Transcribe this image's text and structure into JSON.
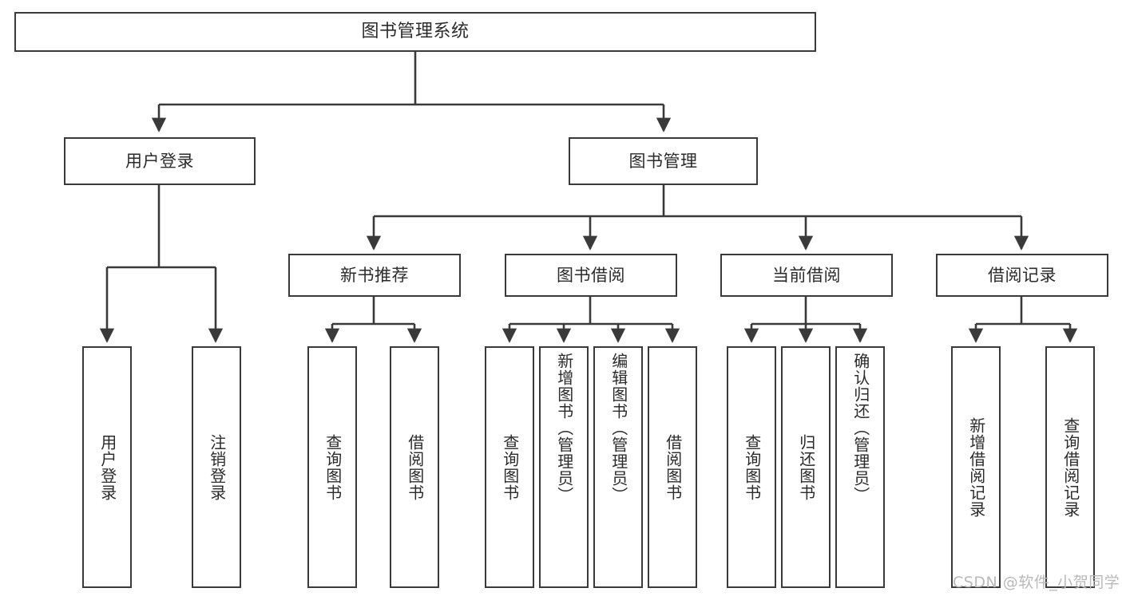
{
  "diagram": {
    "title": "图书管理系统",
    "type": "tree-hierarchy-diagram",
    "colors": {
      "box_border": "#3a3a3a",
      "box_fill": "#ffffff",
      "connector": "#3a3a3a",
      "text": "#2b2b2b",
      "watermark": "#b9b9b9",
      "background": "#ffffff"
    },
    "watermark": "CSDN @软件_小贺同学",
    "levels": {
      "root": {
        "label": "图书管理系统"
      },
      "level2": [
        {
          "id": "user-login",
          "label": "用户登录"
        },
        {
          "id": "book-manage",
          "label": "图书管理"
        }
      ],
      "level3": [
        {
          "id": "new-book-recommend",
          "label": "新书推荐"
        },
        {
          "id": "book-borrow",
          "label": "图书借阅"
        },
        {
          "id": "current-borrow",
          "label": "当前借阅"
        },
        {
          "id": "borrow-record",
          "label": "借阅记录"
        }
      ],
      "leaves": {
        "user-login": [
          {
            "id": "leaf-user-login",
            "label": "用户登录"
          },
          {
            "id": "leaf-user-logout",
            "label": "注销登录"
          }
        ],
        "new-book-recommend": [
          {
            "id": "leaf-query-book-1",
            "label": "查询图书"
          },
          {
            "id": "leaf-borrow-book-1",
            "label": "借阅图书"
          }
        ],
        "book-borrow": [
          {
            "id": "leaf-query-book-2",
            "label": "查询图书"
          },
          {
            "id": "leaf-add-book",
            "label": "新增图书（管理员）"
          },
          {
            "id": "leaf-edit-book",
            "label": "编辑图书（管理员）"
          },
          {
            "id": "leaf-borrow-book-2",
            "label": "借阅图书"
          }
        ],
        "current-borrow": [
          {
            "id": "leaf-query-book-3",
            "label": "查询图书"
          },
          {
            "id": "leaf-return-book",
            "label": "归还图书"
          },
          {
            "id": "leaf-confirm-return",
            "label": "确认归还（管理员）"
          }
        ],
        "borrow-record": [
          {
            "id": "leaf-add-record",
            "label": "新增借阅记录"
          },
          {
            "id": "leaf-query-record",
            "label": "查询借阅记录"
          }
        ]
      }
    }
  }
}
